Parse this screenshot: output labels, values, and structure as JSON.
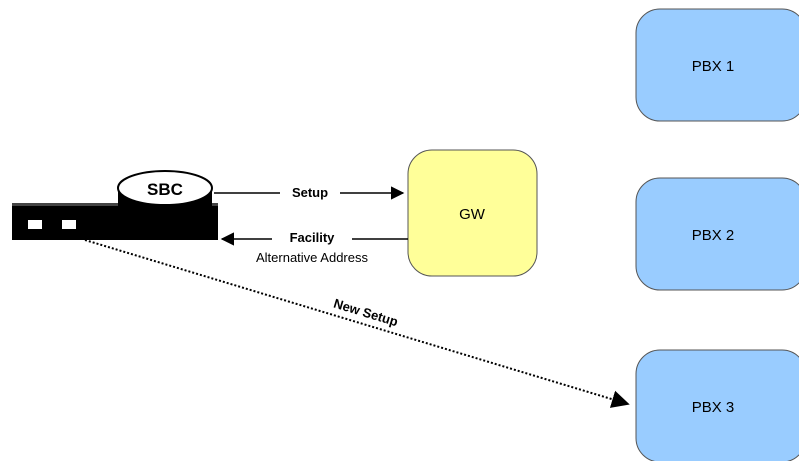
{
  "nodes": {
    "sbc": {
      "label": "SBC"
    },
    "gw": {
      "label": "GW",
      "fill": "#ffff99"
    },
    "pbx1": {
      "label": "PBX 1",
      "fill": "#99ccff"
    },
    "pbx2": {
      "label": "PBX 2",
      "fill": "#99ccff"
    },
    "pbx3": {
      "label": "PBX 3",
      "fill": "#99ccff"
    }
  },
  "edges": {
    "setup": {
      "label": "Setup",
      "from": "SBC",
      "to": "GW",
      "style": "solid"
    },
    "facility": {
      "label": "Facility",
      "sublabel": "Alternative Address",
      "from": "GW",
      "to": "SBC",
      "style": "solid"
    },
    "new_setup": {
      "label": "New Setup",
      "from": "SBC",
      "to": "PBX 3",
      "style": "dotted"
    }
  }
}
